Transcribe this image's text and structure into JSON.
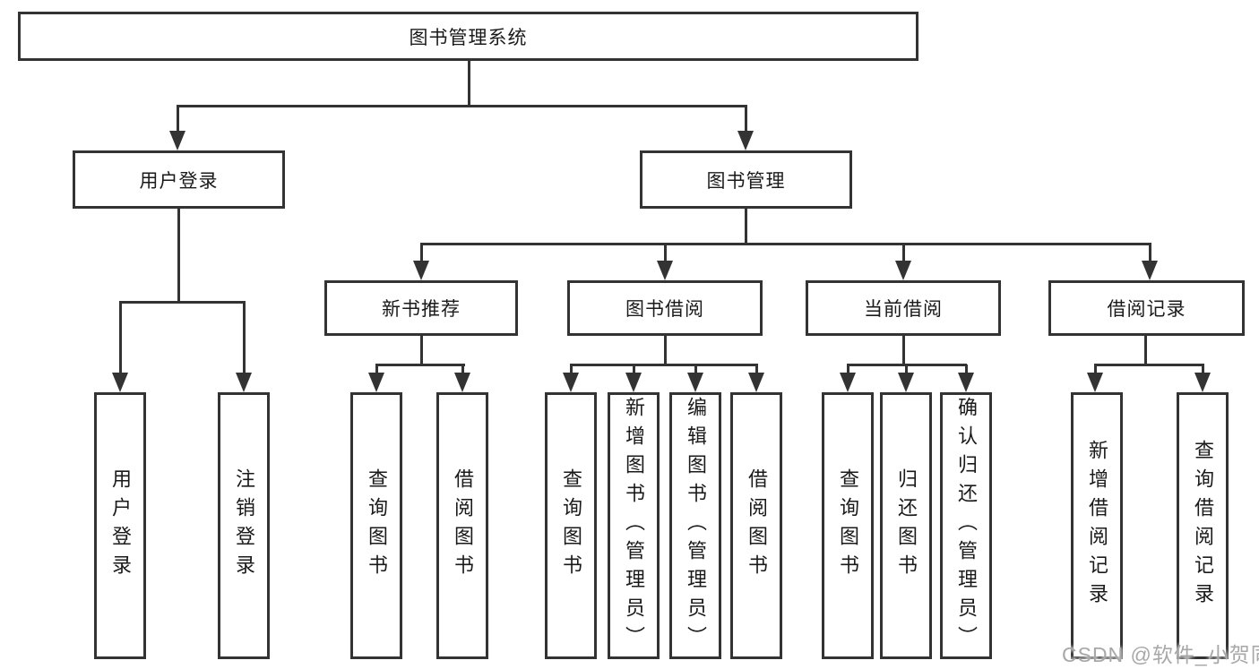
{
  "diagram": {
    "root": "图书管理系统",
    "user_login": {
      "label": "用户登录",
      "children": [
        "用户登录",
        "注销登录"
      ]
    },
    "book_management": {
      "label": "图书管理",
      "sections": [
        {
          "label": "新书推荐",
          "children": [
            "查询图书",
            "借阅图书"
          ]
        },
        {
          "label": "图书借阅",
          "children": [
            "查询图书",
            "新增图书（管理员）",
            "编辑图书（管理员）",
            "借阅图书"
          ]
        },
        {
          "label": "当前借阅",
          "children": [
            "查询图书",
            "归还图书",
            "确认归还（管理员）"
          ]
        },
        {
          "label": "借阅记录",
          "children": [
            "新增借阅记录",
            "查询借阅记录"
          ]
        }
      ]
    }
  },
  "watermark": "CSDN @软件_小贺同学",
  "colors": {
    "line": "#333333",
    "text": "#1a1a1a",
    "watermark": "#a8a8a8",
    "background": "#ffffff"
  }
}
